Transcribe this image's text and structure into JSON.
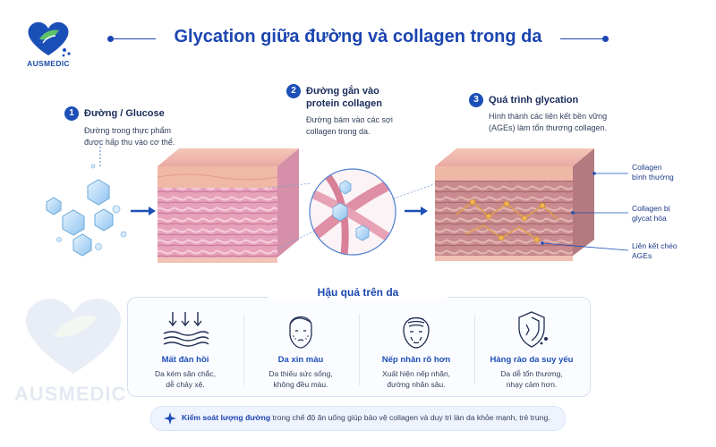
{
  "header": {
    "logo_text": "AUSMEDIC",
    "title": "Glycation giữa đường và collagen trong da"
  },
  "steps": [
    {
      "num": "1",
      "title": "Đường / Glucose",
      "desc_lines": [
        "Đường trong thực phẩm",
        "được hấp thu vào cơ thể."
      ]
    },
    {
      "num": "2",
      "title_lines": [
        "Đường gắn vào",
        "protein collagen"
      ],
      "desc_lines": [
        "Đường bám vào các sợi",
        "collagen trong da."
      ]
    },
    {
      "num": "3",
      "title": "Quá trình glycation",
      "desc_lines": [
        "Hình thành các liên kết bền vững",
        "(AGEs) làm tổn thương collagen."
      ]
    }
  ],
  "side_labels": [
    {
      "lines": [
        "Collagen",
        "bình thường"
      ]
    },
    {
      "lines": [
        "Collagen bị",
        "glycat hóa"
      ]
    },
    {
      "lines": [
        "Liên kết chéo",
        "AGEs"
      ]
    }
  ],
  "consequences": {
    "title": "Hậu quả trên da",
    "items": [
      {
        "name": "Mất đàn hồi",
        "icon": "wavy-arrows-icon",
        "desc_lines": [
          "Da kém săn chắc,",
          "dễ chảy xệ."
        ]
      },
      {
        "name": "Da xỉn màu",
        "icon": "dull-face-icon",
        "desc_lines": [
          "Da thiếu sức sống,",
          "không đều màu."
        ]
      },
      {
        "name": "Nếp nhăn rõ hơn",
        "icon": "wrinkle-face-icon",
        "desc_lines": [
          "Xuất hiện nếp nhăn,",
          "đường nhăn sâu."
        ]
      },
      {
        "name": "Hàng rào da suy yếu",
        "icon": "shield-icon",
        "desc_lines": [
          "Da dễ tổn thương,",
          "nhạy cảm hơn."
        ]
      }
    ]
  },
  "footer": {
    "strong": "Kiểm soát lượng đường",
    "text": " trong chế độ ăn uống giúp bảo vệ collagen và duy trì làn da khỏe mạnh, trẻ trung."
  },
  "watermark": {
    "text": "AUSMEDIC"
  },
  "colors": {
    "brand_blue": "#1b45b0",
    "skin_pink": "#e9a5b8",
    "skin_glycated": "#c98a8f",
    "ages_orange": "#e0a04a"
  }
}
